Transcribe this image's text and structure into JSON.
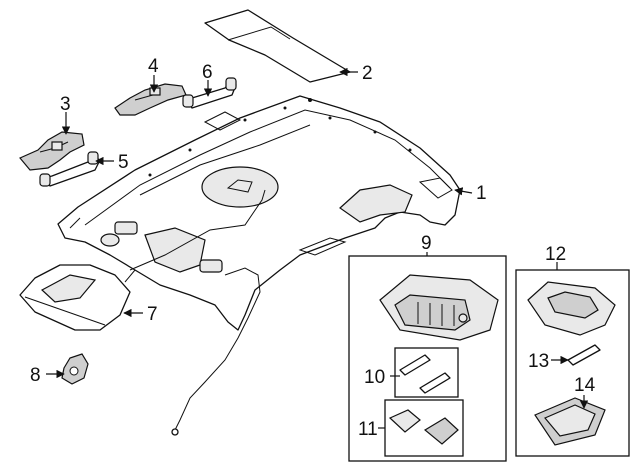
{
  "callouts": [
    "1",
    "2",
    "3",
    "4",
    "5",
    "6",
    "7",
    "8",
    "9",
    "10",
    "11",
    "12",
    "13",
    "14"
  ]
}
